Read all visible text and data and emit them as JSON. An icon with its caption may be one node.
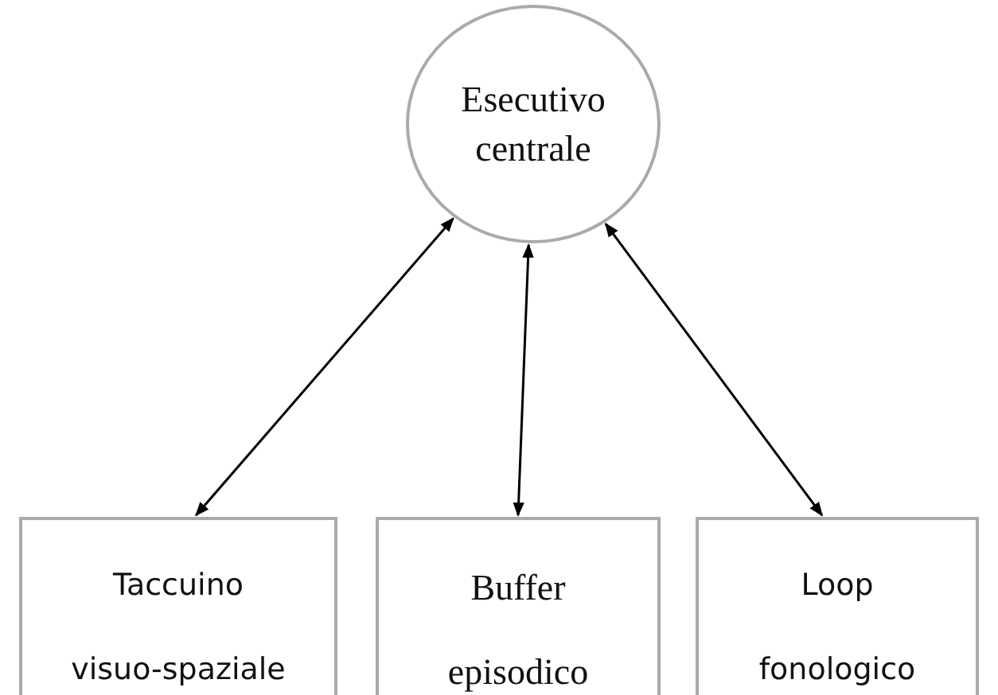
{
  "diagram": {
    "nodes": [
      {
        "text": [
          "Esecutivo centrale"
        ]
      },
      {
        "text": [
          "Taccuino",
          "visuo-spaziale"
        ]
      },
      {
        "text": [
          "Buffer",
          "episodico"
        ]
      },
      {
        "text": [
          "Loop",
          "fonologico"
        ]
      }
    ],
    "edges": [
      {
        "from": 0,
        "to": 1,
        "arrow": "both"
      },
      {
        "from": 0,
        "to": 2,
        "arrow": "both"
      },
      {
        "from": 0,
        "to": 3,
        "arrow": "both"
      }
    ]
  }
}
